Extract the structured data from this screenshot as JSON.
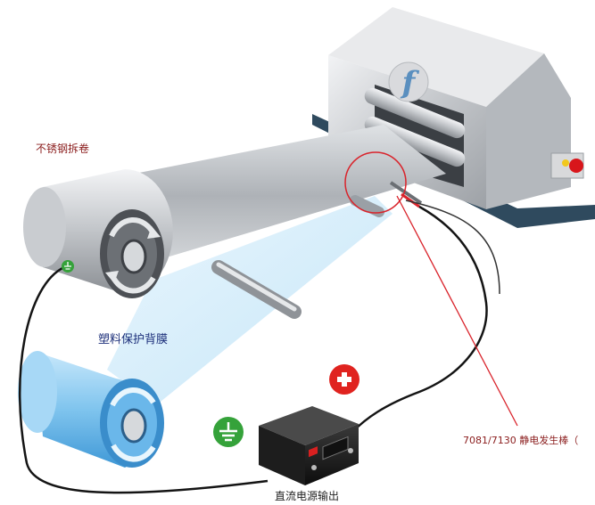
{
  "labels": {
    "steel_roll": "不锈钢拆卷",
    "plastic_film": "塑料保护背膜",
    "static_bar": "7081/7130 静电发生棒（",
    "dc_output": "直流电源输出"
  },
  "icons": {
    "logo": "f",
    "plus": "+"
  },
  "colors": {
    "annotation_red": "#d9232b",
    "ground_green": "#35a23a",
    "plus_red": "#e0231f",
    "film_blue": "#7fc4ee"
  }
}
